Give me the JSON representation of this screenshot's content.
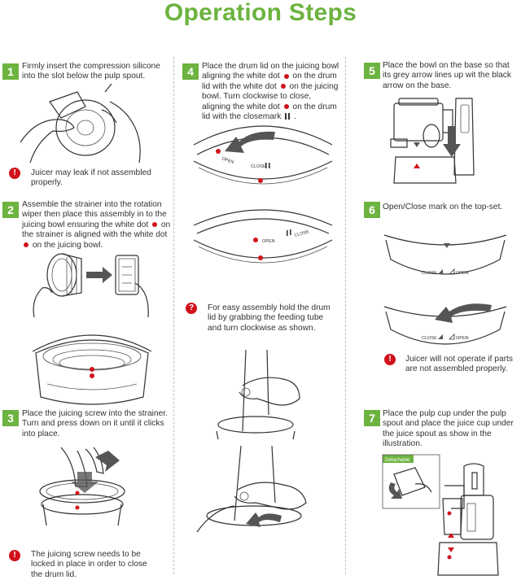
{
  "title": "Operation Steps",
  "steps": [
    {
      "number": "1",
      "text": "Firmly insert the compression silicone into the slot below the pulp spout."
    },
    {
      "number": "2",
      "text_a": "Assemble the strainer into the rotation wiper then place this assembly in to the juicing bowl ensuring the white dot",
      "text_b": "on the strainer is aligned with the white dot",
      "text_c": "on the juicing bowl."
    },
    {
      "number": "3",
      "text": "Place the juicing screw into the strainer. Turn and press down on it until it clicks into place."
    },
    {
      "number": "4",
      "text_a": "Place the drum lid on the juicing bowl aligning the white dot",
      "text_b": "on the drum lid with the white dot",
      "text_c": "on the juicing bowl. Turn clockwise to close, aligning the white dot",
      "text_d": "on the drum lid with the closemark",
      "text_e": "."
    },
    {
      "number": "5",
      "text": "Place the bowl on the base so that its grey arrow lines up wit the black arrow on the base."
    },
    {
      "number": "6",
      "text": "Open/Close mark on the top-set."
    },
    {
      "number": "7",
      "text": "Place the pulp cup under the pulp spout and place the juice cup under the juice spout as show in the illustration."
    }
  ],
  "notes": {
    "leak": "Juicer may leak if not assembled properly.",
    "easy": "For easy assembly hold the drum lid by grabbing the feeding tube and turn clockwise as shown.",
    "not_operate": "Juicer will not operate if parts are not assembled properly.",
    "screw": "The juicing screw needs to be locked in place in order to close the drum lid."
  },
  "icons": {
    "warning": "!",
    "question": "?"
  },
  "labels": {
    "open": "OPEN",
    "close": "CLOSE",
    "detachable": "Detachable"
  },
  "colors": {
    "accent": "#6cb33f",
    "warning": "#d0121b"
  }
}
